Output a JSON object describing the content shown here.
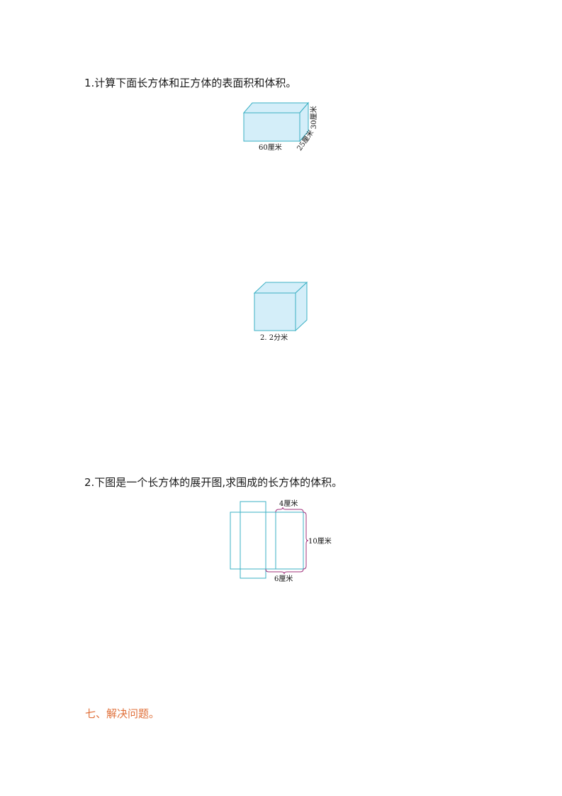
{
  "questions": [
    {
      "title": "1.计算下面长方体和正方体的表面积和体积。",
      "figures": [
        {
          "type": "cuboid",
          "labels": {
            "length": "60厘米",
            "width": "25厘米",
            "height": "30厘米"
          }
        },
        {
          "type": "cube",
          "labels": {
            "edge": "2. 2分米"
          }
        }
      ]
    },
    {
      "title": "2.下图是一个长方体的展开图,求围成的长方体的体积。",
      "figures": [
        {
          "type": "net",
          "labels": {
            "top": "4厘米",
            "right": "10厘米",
            "bottom": "6厘米"
          }
        }
      ]
    }
  ],
  "section": {
    "title": "七、解决问题。"
  },
  "colors": {
    "face_fill": "#d4eef9",
    "edge_stroke": "#3bb0c4",
    "brace_stroke": "#a0307a",
    "section_title": "#e0703a"
  }
}
